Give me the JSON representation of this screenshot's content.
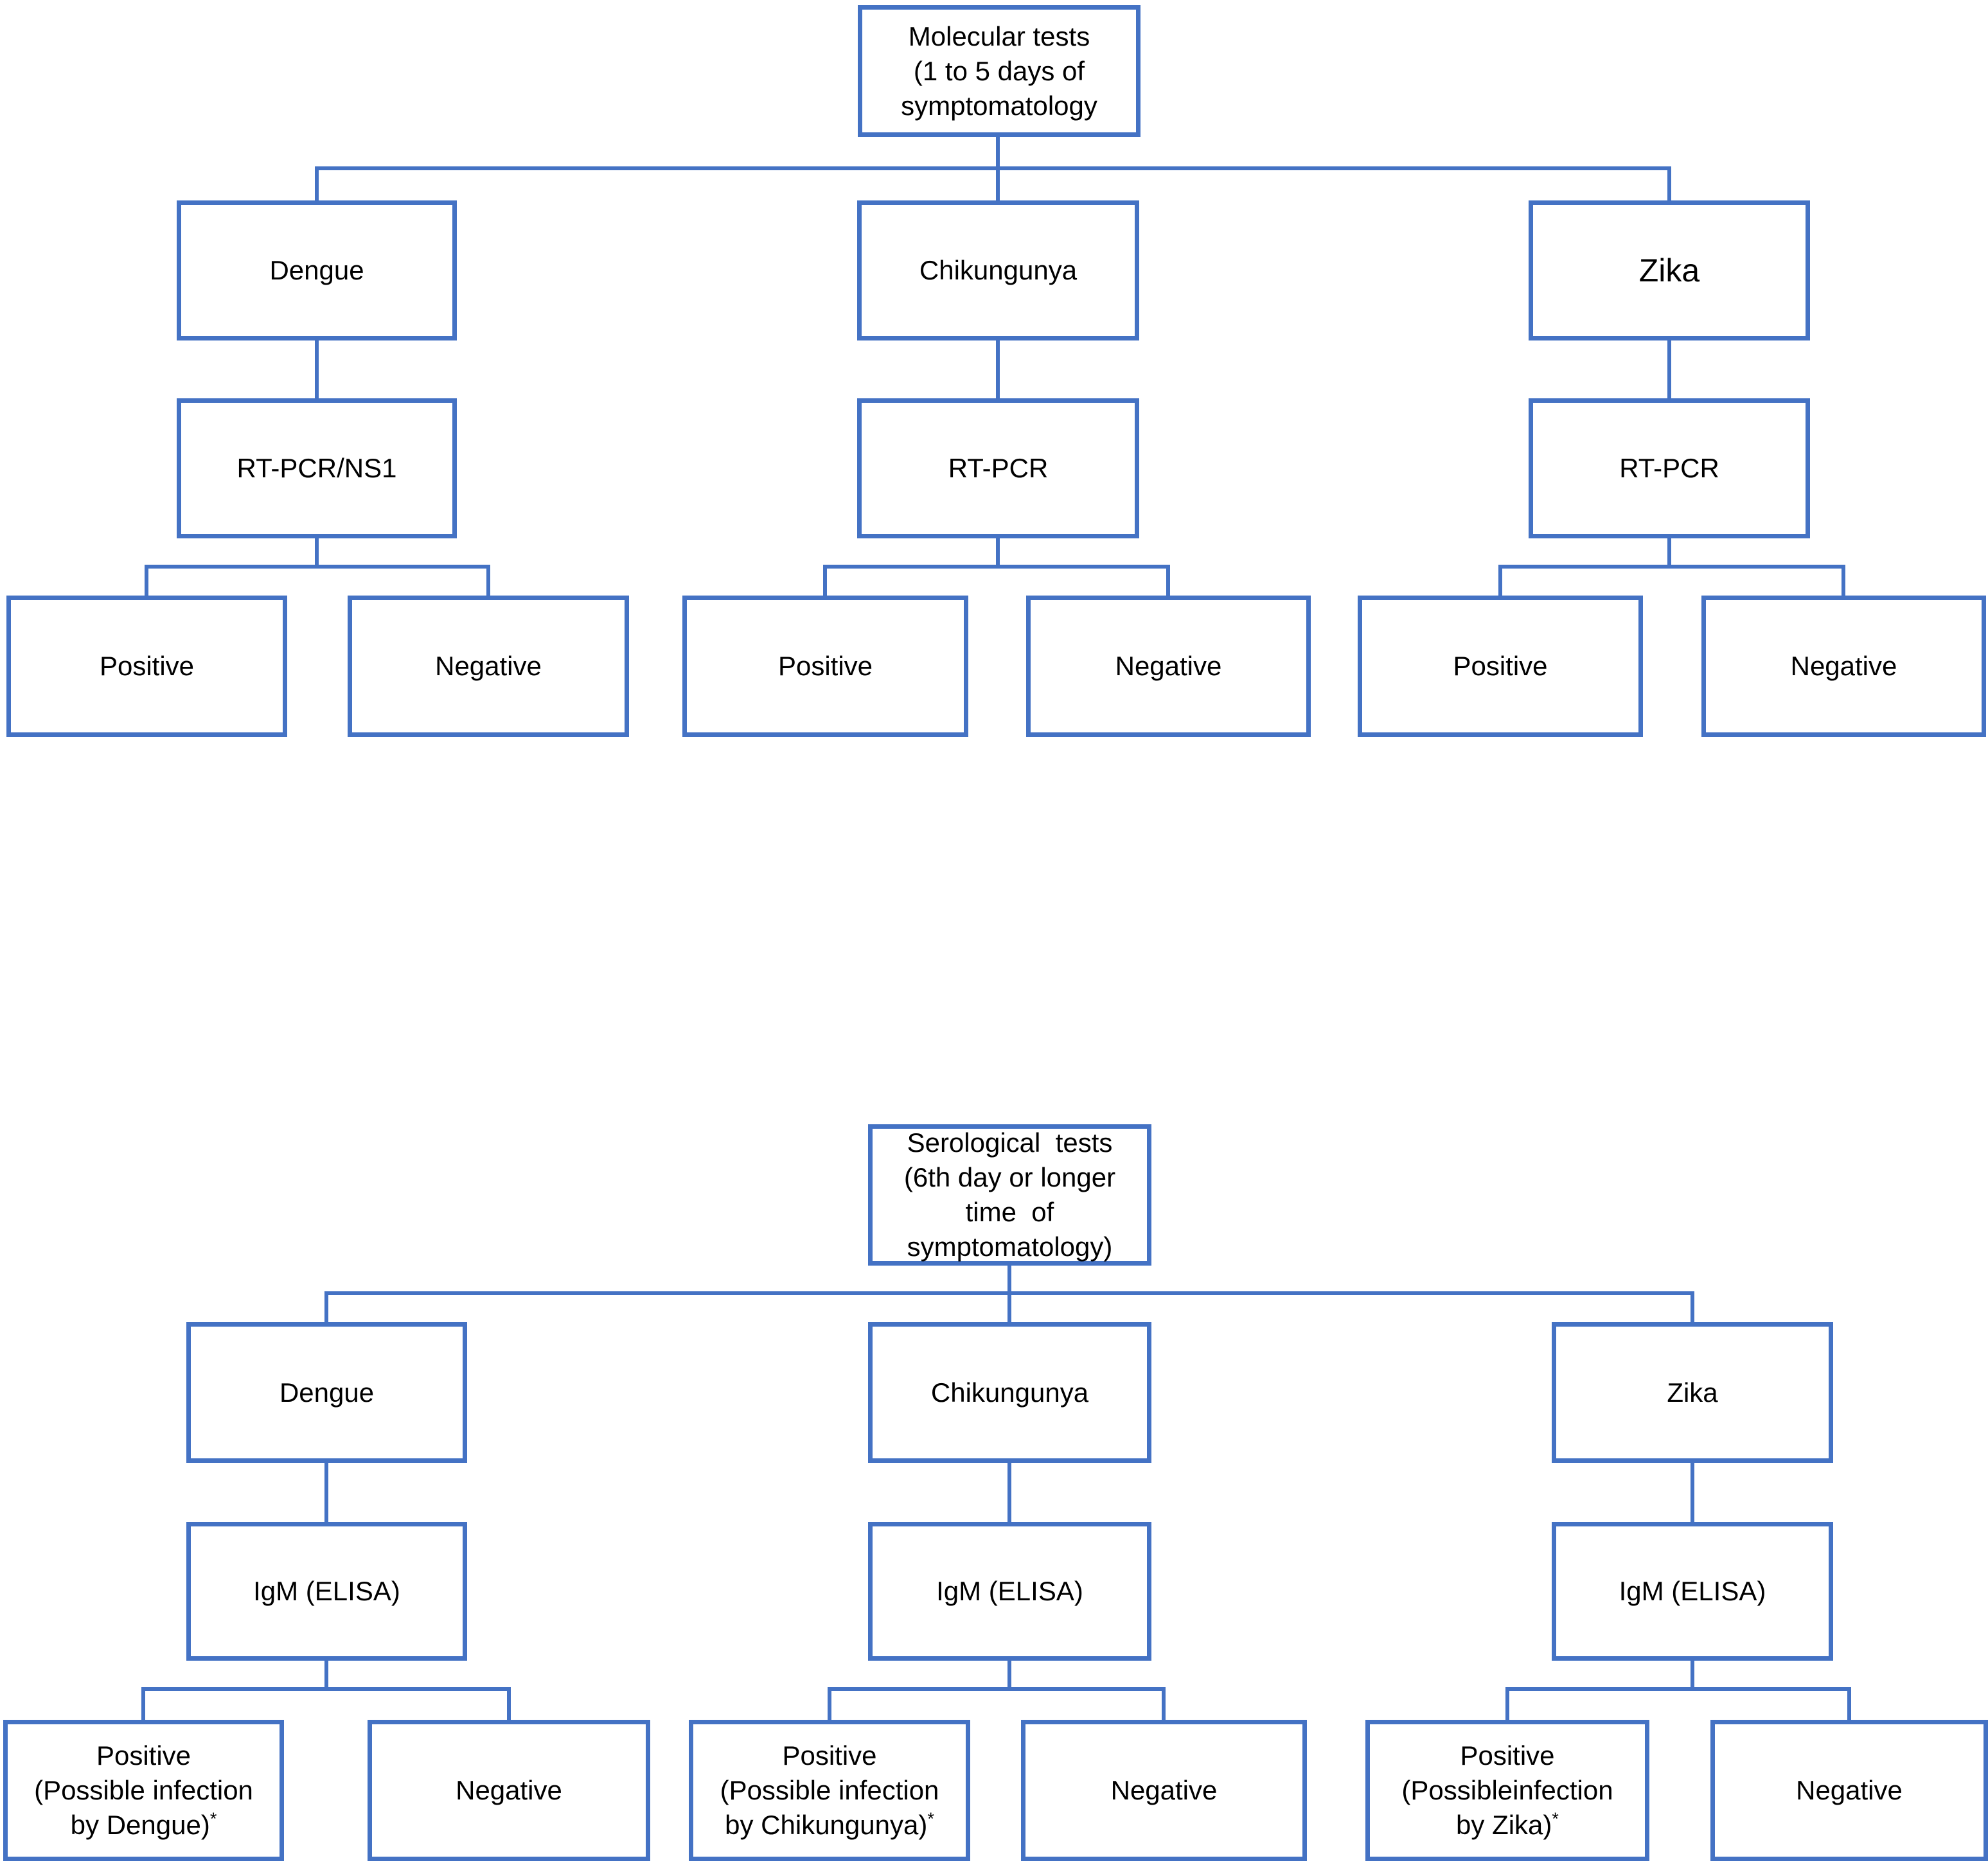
{
  "colors": {
    "line": "#4472C4",
    "text": "#000000",
    "background": "#ffffff"
  },
  "molecular_tree": {
    "root_label": "Molecular tests\n(1 to 5 days of\nsymptomatology",
    "branches": [
      {
        "disease": "Dengue",
        "test": "RT-PCR/NS1",
        "positive": "Positive",
        "negative": "Negative"
      },
      {
        "disease": "Chikungunya",
        "test": "RT-PCR",
        "positive": "Positive",
        "negative": "Negative"
      },
      {
        "disease": "Zika",
        "test": "RT-PCR",
        "positive": "Positive",
        "negative": "Negative"
      }
    ]
  },
  "serological_tree": {
    "root_label": "Serological  tests\n(6th day or longer\ntime  of\nsymptomatology)",
    "branches": [
      {
        "disease": "Dengue",
        "test": "IgM (ELISA)",
        "positive": "Positive\n(Possible infection\nby Dengue)",
        "positive_marker": "*",
        "negative": "Negative"
      },
      {
        "disease": "Chikungunya",
        "test": "IgM (ELISA)",
        "positive": "Positive\n(Possible infection\nby Chikungunya)",
        "positive_marker": "*",
        "negative": "Negative"
      },
      {
        "disease": "Zika",
        "test": "IgM (ELISA)",
        "positive": "Positive\n(Possibleinfection\nby Zika)",
        "positive_marker": "*",
        "negative": "Negative"
      }
    ]
  }
}
